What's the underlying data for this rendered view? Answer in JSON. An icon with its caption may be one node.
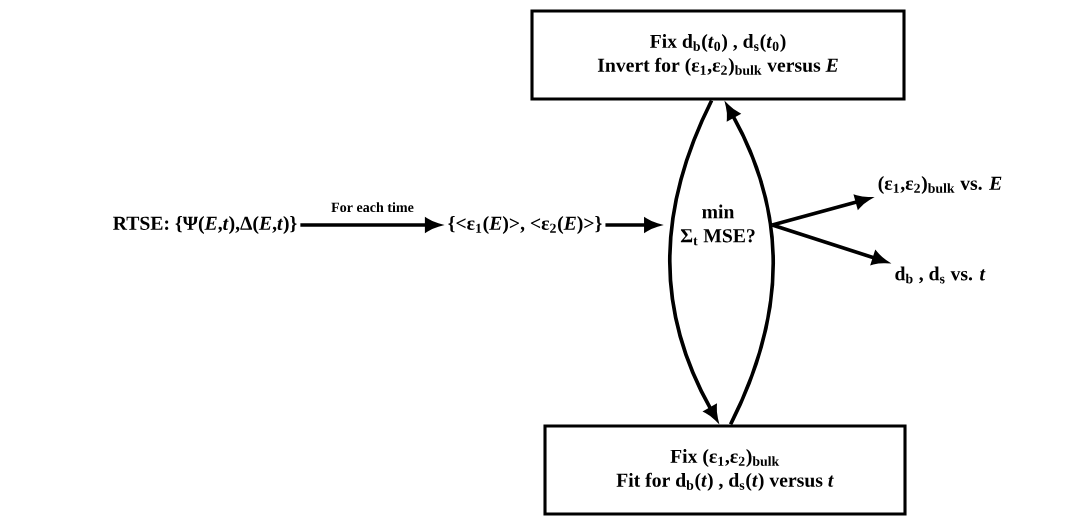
{
  "diagram": {
    "nodes": [
      {
        "text": [
          "RTSE: {Ψ(*E*,*t*),Δ(*E*,*t*)}"
        ]
      },
      {
        "text": [
          "{<ε$_{1}$(*E*)>, <ε$_{2}$(*E*)>}"
        ]
      },
      {
        "text": [
          "min",
          "Σ$_{t}$ MSE?"
        ]
      },
      {
        "text": [
          "Fix d$_{b}$(*t*$_{0}$) , d$_{s}$(*t*$_{0}$)",
          "Invert for (ε$_{1}$,ε$_{2}$)$_{bulk}$ versus *E*"
        ]
      },
      {
        "text": [
          "Fix (ε$_{1}$,ε$_{2}$)$_{bulk}$",
          "Fit for d$_{b}$(*t*) , d$_{s}$(*t*) versus *t*"
        ]
      },
      {
        "text": [
          "(ε$_{1}$,ε$_{2}$)$_{bulk}$ vs. *E*"
        ]
      },
      {
        "text": [
          "d$_{b}$ , d$_{s}$ vs. *t*"
        ]
      }
    ],
    "edges": [
      {
        "from": 0,
        "to": 1,
        "arrow": "to",
        "label": "For each time"
      },
      {
        "from": 1,
        "to": 2,
        "arrow": "to"
      },
      {
        "from": 3,
        "to": 4,
        "arrow": "to"
      },
      {
        "from": 4,
        "to": 3,
        "arrow": "to"
      },
      {
        "from": 2,
        "to": 5,
        "arrow": "to"
      },
      {
        "from": 2,
        "to": 6,
        "arrow": "to"
      }
    ]
  }
}
